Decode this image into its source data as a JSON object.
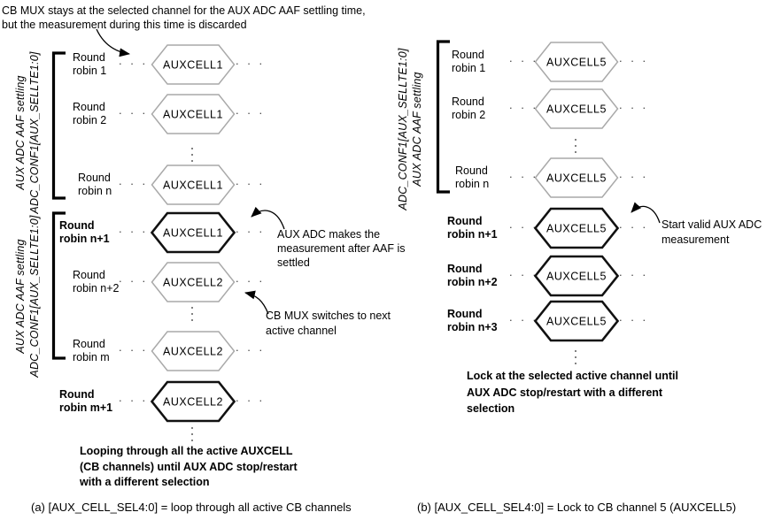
{
  "note_top": [
    "CB MUX stays at the selected channel for the AUX ADC AAF settling time,",
    "but the measurement during this time is discarded"
  ],
  "ellipsis_h": ". . .",
  "panel_a": {
    "axis_labels": [
      {
        "lines": [
          "AUX ADC AAF settling",
          "ADC_CONF1[AUX_SELLTE1:0]"
        ]
      },
      {
        "lines": [
          "AUX ADC AAF settling",
          "ADC_CONF1[AUX_SELLTE1:0]"
        ]
      }
    ],
    "rows": [
      {
        "label": [
          "Round",
          "robin 1"
        ],
        "cell": "AUXCELL1",
        "emphasis": false
      },
      {
        "label": [
          "Round",
          "robin 2"
        ],
        "cell": "AUXCELL1",
        "emphasis": false
      },
      {
        "label": [
          "Round",
          "robin n"
        ],
        "cell": "AUXCELL1",
        "emphasis": false
      },
      {
        "label": [
          "Round",
          "robin n+1"
        ],
        "cell": "AUXCELL1",
        "emphasis": true
      },
      {
        "label": [
          "Round",
          "robin n+2"
        ],
        "cell": "AUXCELL2",
        "emphasis": false
      },
      {
        "label": [
          "Round",
          "robin m"
        ],
        "cell": "AUXCELL2",
        "emphasis": false
      },
      {
        "label": [
          "Round",
          "robin m+1"
        ],
        "cell": "AUXCELL2",
        "emphasis": true
      }
    ],
    "annotations": [
      {
        "lines": [
          "AUX ADC makes the",
          "measurement after AAF is",
          "settled"
        ]
      },
      {
        "lines": [
          "CB MUX switches to next",
          "active channel"
        ]
      }
    ],
    "footer_note": [
      "Looping through all the active AUXCELL",
      "(CB channels) until AUX ADC stop/restart",
      "with a different selection"
    ],
    "caption": "(a) [AUX_CELL_SEL4:0] = loop through all active CB channels"
  },
  "panel_b": {
    "axis_labels": [
      {
        "lines": [
          "ADC_CONF1[AUX_SELLTE1:0]",
          "AUX ADC AAF settling"
        ]
      }
    ],
    "rows": [
      {
        "label": [
          "Round",
          "robin 1"
        ],
        "cell": "AUXCELL5",
        "emphasis": false
      },
      {
        "label": [
          "Round",
          "robin 2"
        ],
        "cell": "AUXCELL5",
        "emphasis": false
      },
      {
        "label": [
          "Round",
          "robin n"
        ],
        "cell": "AUXCELL5",
        "emphasis": false
      },
      {
        "label": [
          "Round",
          "robin n+1"
        ],
        "cell": "AUXCELL5",
        "emphasis": true
      },
      {
        "label": [
          "Round",
          "robin n+2"
        ],
        "cell": "AUXCELL5",
        "emphasis": true
      },
      {
        "label": [
          "Round",
          "robin n+3"
        ],
        "cell": "AUXCELL5",
        "emphasis": true
      }
    ],
    "annotations": [
      {
        "lines": [
          "Start valid AUX ADC",
          "measurement"
        ]
      }
    ],
    "footer_note": [
      "Lock at the selected active channel until",
      "AUX ADC stop/restart with a different",
      "selection"
    ],
    "caption": "(b) [AUX_CELL_SEL4:0] = Lock to CB channel 5 (AUXCELL5)"
  },
  "colors": {
    "idle_hexagon_border": "#a9a9a9",
    "active_hexagon_border": "#111111",
    "line": "#000000",
    "text": "#000000"
  }
}
